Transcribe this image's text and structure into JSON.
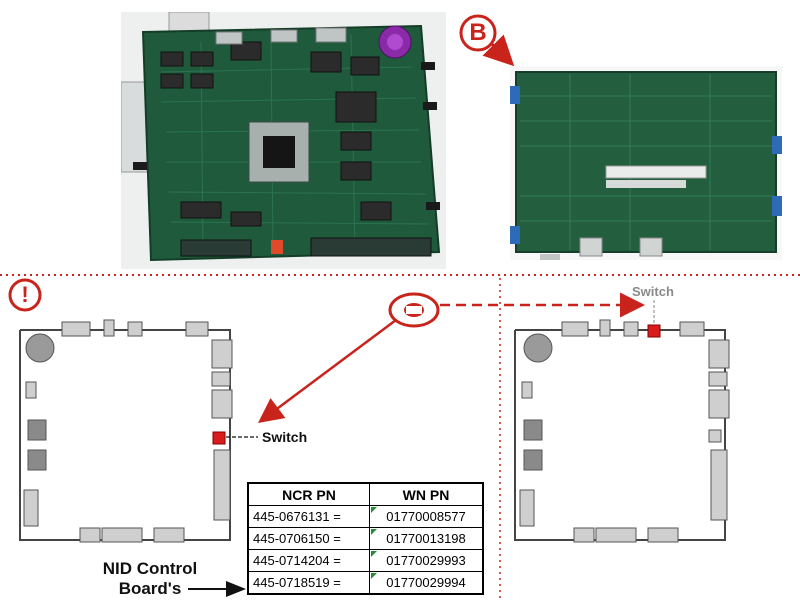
{
  "markers": {
    "b_letter": "B",
    "warning_glyph": "!",
    "accent_color": "#c8241c"
  },
  "labels": {
    "switch_left": "Switch",
    "switch_right": "Switch"
  },
  "caption": {
    "line1": "NID Control",
    "line2": "Board's"
  },
  "pn_table": {
    "headers": [
      "NCR PN",
      "WN PN"
    ],
    "rows": [
      [
        "445-0676131 =",
        "01770008577"
      ],
      [
        "445-0706150 =",
        "01770013198"
      ],
      [
        "445-0714204 =",
        "01770029993"
      ],
      [
        "445-0718519 =",
        "01770029994"
      ]
    ]
  },
  "colors": {
    "switch_red": "#d81c1c",
    "board_green": "#1f5a3c",
    "outline_gray": "#444444",
    "divider_red": "#c8241c"
  },
  "icons": {
    "warning": "exclamation-circle-icon",
    "magnifier": "switch-zoom-icon"
  }
}
